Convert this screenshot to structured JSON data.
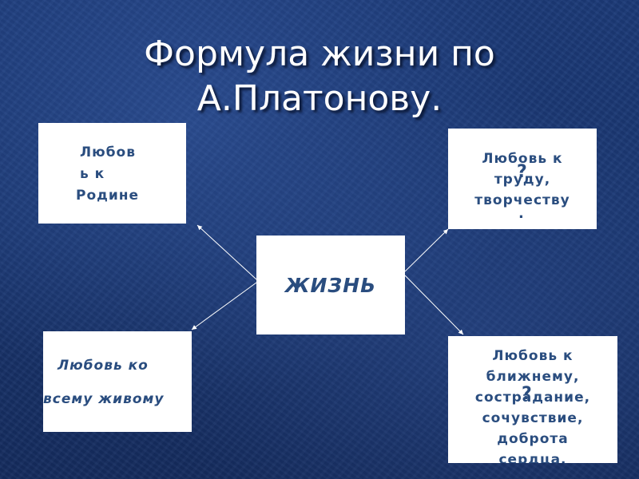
{
  "title": {
    "line1": "Формула жизни  по",
    "line2": "А.Платонову."
  },
  "nodes": {
    "center": {
      "label": "ЖИЗНЬ"
    },
    "top_left": {
      "lines": [
        "Любов",
        "ь к",
        "Родине"
      ]
    },
    "top_right": {
      "lines": [
        "Любовь к",
        "труду,",
        "творчеству"
      ],
      "mark": "?",
      "trailing": "."
    },
    "bottom_left": {
      "lines": [
        "Любовь ко",
        "всему живому"
      ]
    },
    "bottom_right": {
      "lines": [
        "Любовь к",
        "ближнему,",
        "сострадание,",
        "сочувствие,",
        "доброта",
        "сердца."
      ],
      "mark": "?"
    }
  },
  "colors": {
    "background": "#1a3670",
    "box_text": "#2a4d7f",
    "title_text": "#ffffff",
    "connector": "#ffffff"
  }
}
